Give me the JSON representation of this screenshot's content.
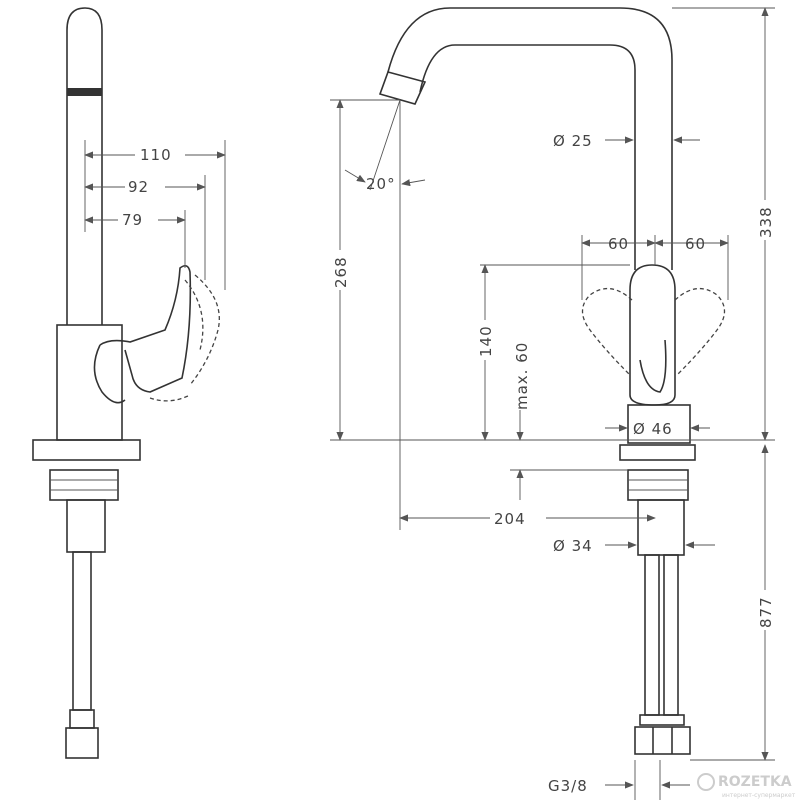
{
  "dimensions": {
    "left_view": {
      "d110": "110",
      "d92": "92",
      "d79": "79"
    },
    "right_view": {
      "angle": "20°",
      "h268": "268",
      "h140": "140",
      "max60": "max. 60",
      "dia25": "Ø 25",
      "left60": "60",
      "right60": "60",
      "h338": "338",
      "dia46": "Ø 46",
      "w204": "204",
      "dia34": "Ø 34",
      "h877": "877",
      "thread": "G3/8"
    }
  },
  "watermark": {
    "text": "ROZETKA",
    "subtitle": "интернет-супермаркет"
  },
  "colors": {
    "line": "#333333",
    "dimension": "#555555",
    "watermark": "#cccccc"
  }
}
